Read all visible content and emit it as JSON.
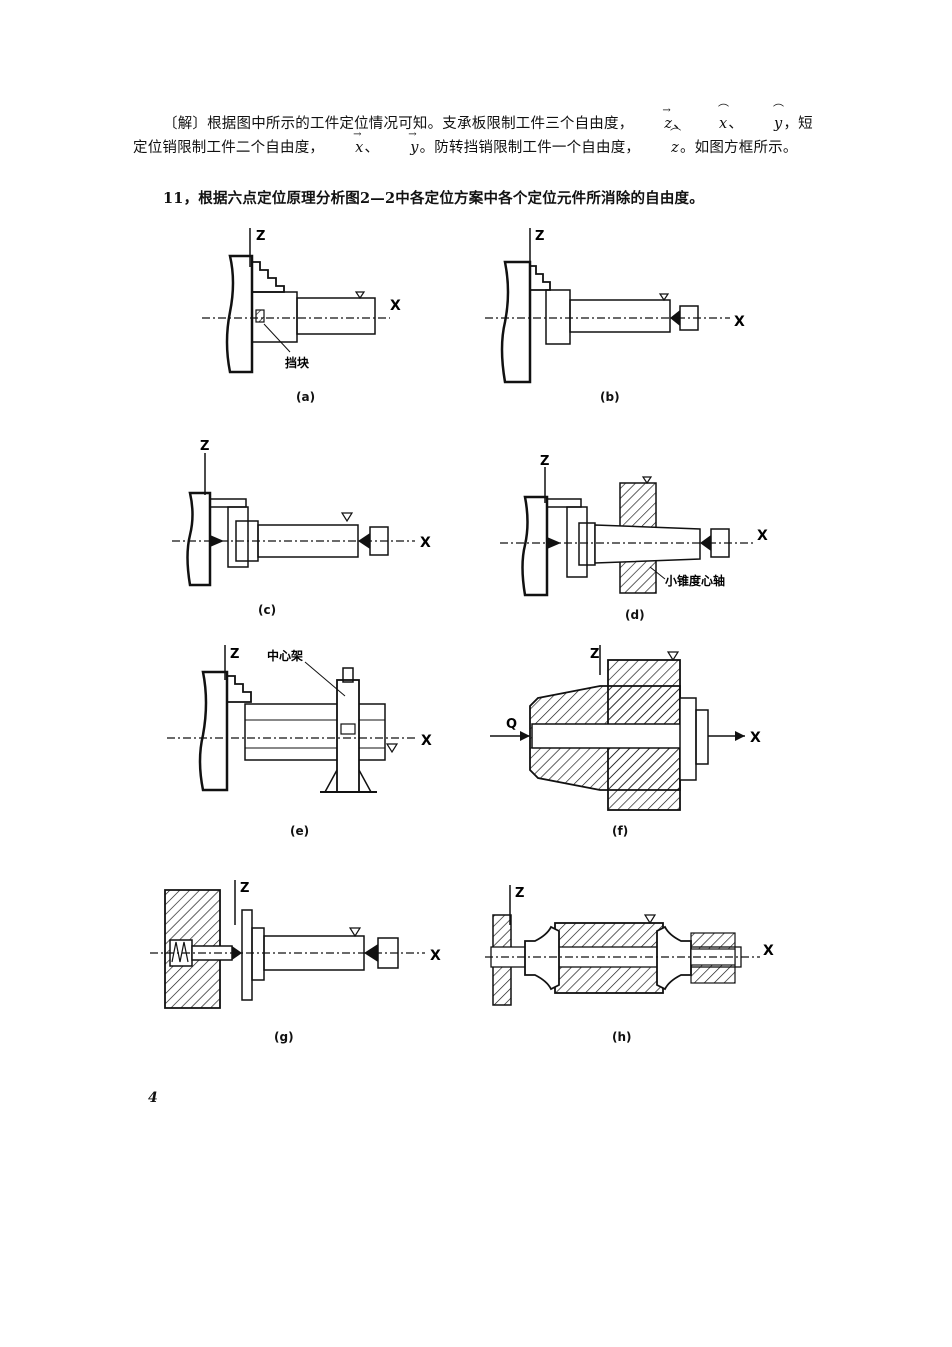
{
  "text": {
    "p1_a": "〔解〕根据图中所示的工件定位情况可知。支承板限制工件三个自由度，",
    "p1_v1": "z",
    "p1_s1": "、",
    "p1_v2": "x",
    "p1_s2": "、",
    "p1_v3": "y",
    "p1_b": "，短定位销限制工件二个自由度，",
    "p1_v4": "x",
    "p1_s3": "、",
    "p1_v5": "y",
    "p1_c": "。防转挡销限制工件一个自由度，",
    "p1_v6": "z",
    "p1_d": "。如图方框所示。",
    "p2": "11，根据六点定位原理分析图2—2中各定位方案中各个定位元件所消除的自由度。"
  },
  "figures": {
    "a": {
      "caption": "(a)",
      "z": "Z",
      "x": "X",
      "label": "挡块"
    },
    "b": {
      "caption": "(b)",
      "z": "Z",
      "x": "X"
    },
    "c": {
      "caption": "(c)",
      "z": "Z",
      "x": "X"
    },
    "d": {
      "caption": "(d)",
      "z": "Z",
      "x": "X",
      "label": "小锥度心轴"
    },
    "e": {
      "caption": "(e)",
      "z": "Z",
      "x": "X",
      "label": "中心架"
    },
    "f": {
      "caption": "(f)",
      "z": "Z",
      "x": "X",
      "q": "Q"
    },
    "g": {
      "caption": "(g)",
      "z": "Z",
      "x": "X"
    },
    "h": {
      "caption": "(h)",
      "z": "Z",
      "x": "X"
    }
  },
  "page_number": "4"
}
